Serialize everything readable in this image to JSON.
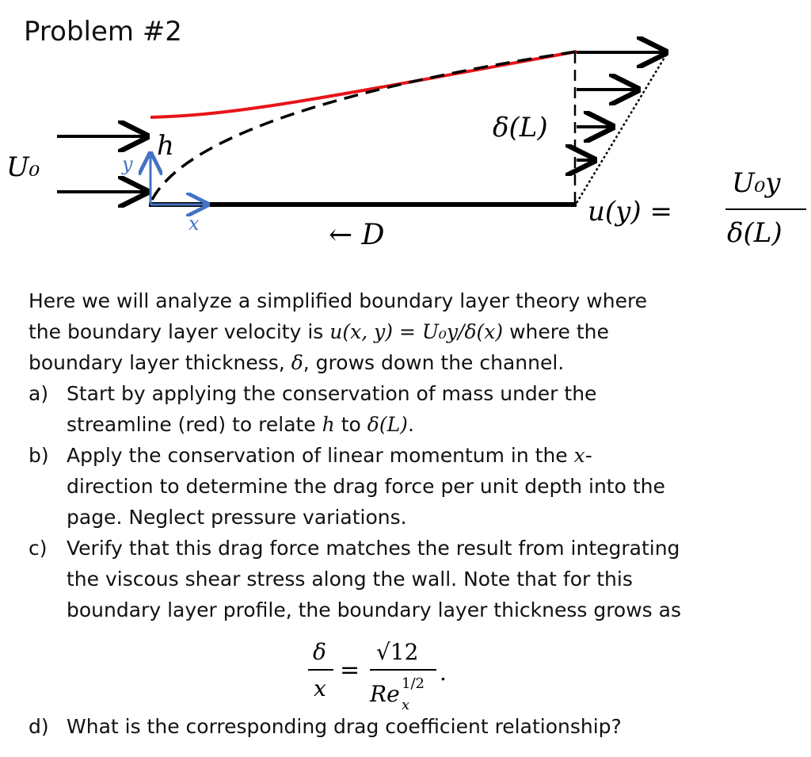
{
  "title": "Problem #2",
  "diagram": {
    "U0": "U₀",
    "h": "h",
    "y_axis": "y",
    "x_axis": "x",
    "deltaL": "δ(L)",
    "D": "← D",
    "uy": "u(y) =",
    "frac_num": "U₀y",
    "frac_den": "δ(L)",
    "colors": {
      "streamline": "#e8141a",
      "axes": "#4472c4",
      "wall": "#000000"
    }
  },
  "text": {
    "intro_1": "Here we will analyze a simplified boundary layer theory where",
    "intro_2a": "the boundary layer velocity is ",
    "intro_2m": "u(x, y) = U₀y/δ(x)",
    "intro_2b": " where the",
    "intro_3a": "boundary layer thickness, ",
    "intro_3m": "δ",
    "intro_3b": ", grows down the channel.",
    "a_label": "a)",
    "a_1": "Start by applying the conservation of mass under the",
    "a_2a": "streamline (red) to relate ",
    "a_2m1": "h",
    "a_2b": " to ",
    "a_2m2": "δ(L)",
    "a_2c": ".",
    "b_label": "b)",
    "b_1a": "Apply the conservation of linear momentum in the ",
    "b_1m": "x",
    "b_1b": "-",
    "b_2": "direction to determine the drag force per unit depth into the",
    "b_3": "page.  Neglect pressure variations.",
    "c_label": "c)",
    "c_1": "Verify that this drag force matches the result from integrating",
    "c_2": "the viscous shear stress along the wall.  Note that for this",
    "c_3": "boundary layer profile, the boundary layer thickness grows as",
    "eq_num_left": "δ",
    "eq_den_left": "x",
    "eq_equals": "=",
    "eq_num_right": "√12",
    "eq_den_right": "Re",
    "eq_sup": "1/2",
    "eq_sub": "x",
    "eq_period": ".",
    "d_label": "d)",
    "d_1": "What is the corresponding drag coefficient relationship?"
  }
}
